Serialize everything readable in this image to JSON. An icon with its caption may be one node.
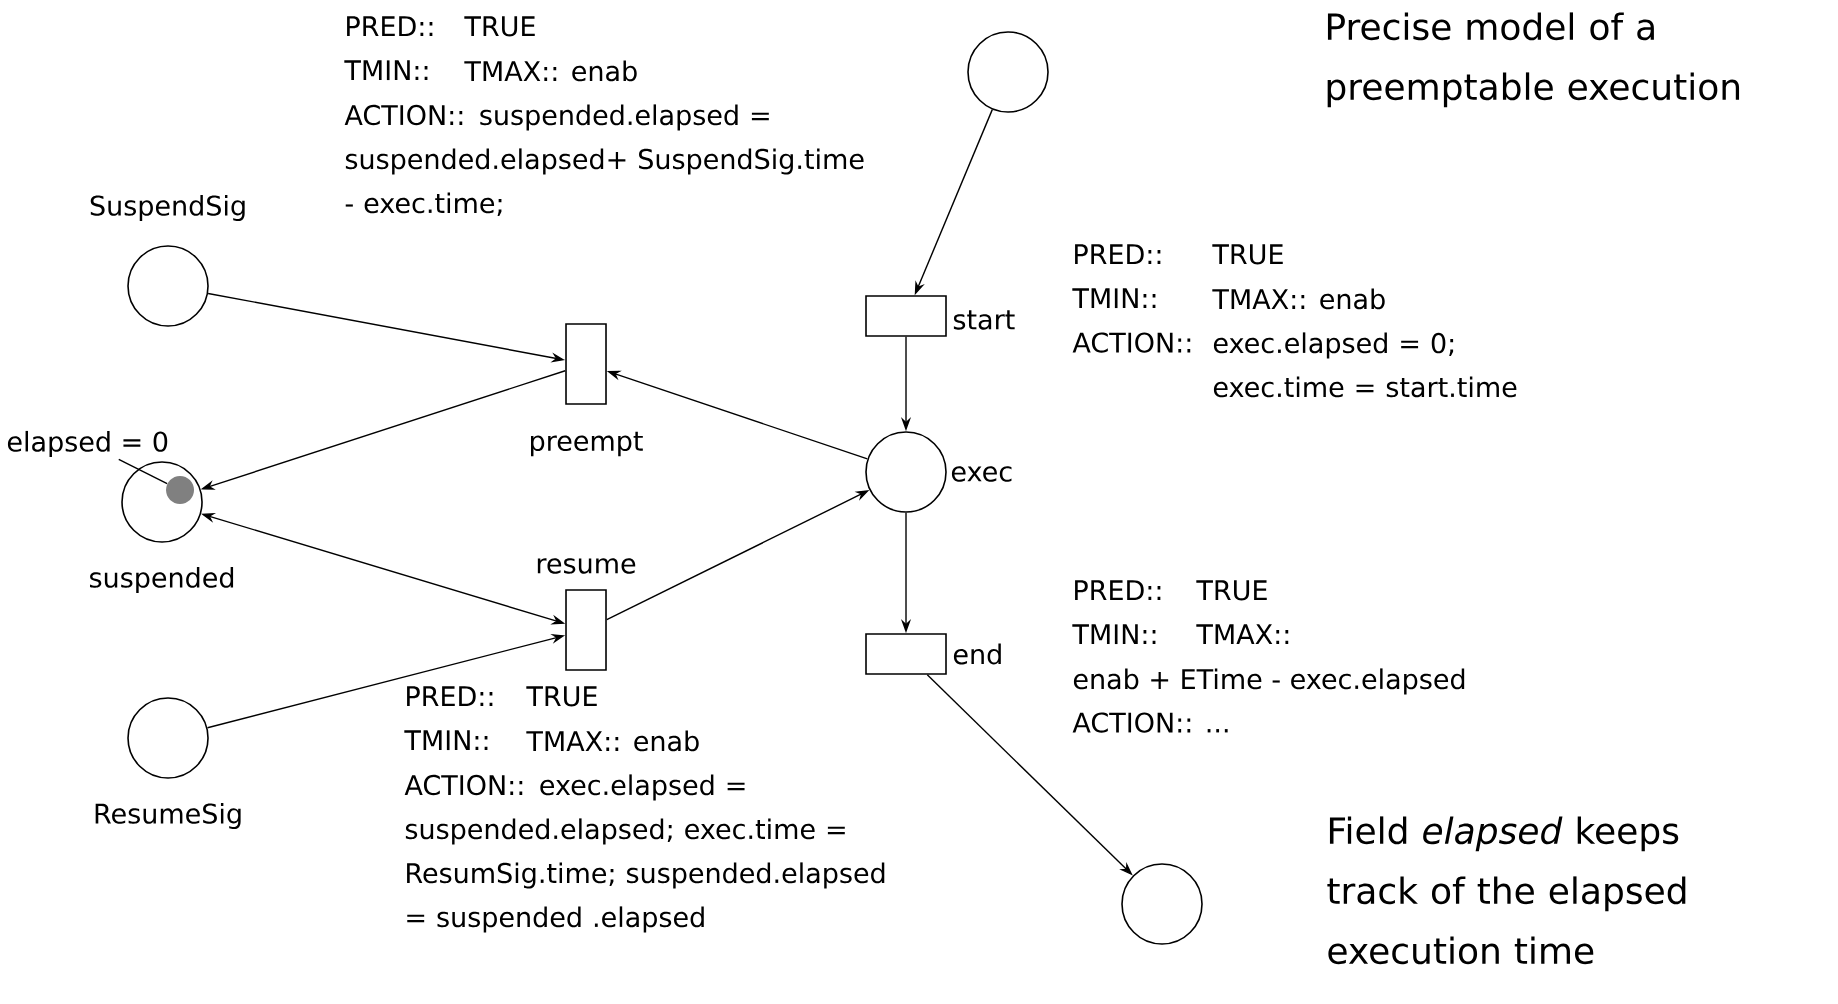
{
  "diagram": {
    "nodes": [
      {
        "text": [
          "SuspendSig"
        ]
      },
      {
        "text": [
          "suspended"
        ]
      },
      {
        "text": [
          "ResumeSig"
        ]
      },
      {
        "text": [
          "preempt"
        ],
        "beside": [
          "PRED::",
          "TRUE",
          "TMIN::",
          "TMAX:: enab",
          "ACTION:: suspended.elapsed = suspended.elapsed+ SuspendSig.time - exec.time;"
        ]
      },
      {
        "text": [
          "resume"
        ],
        "beside": [
          "PRED::",
          "TRUE",
          "TMIN::",
          "TMAX:: enab",
          "ACTION:: exec.elapsed = suspended.elapsed; exec.time = ResumSig.time; suspended.elapsed = suspended .elapsed"
        ]
      },
      {
        "text": [],
        "shape": "circle"
      },
      {
        "text": [
          "start"
        ],
        "beside": [
          "PRED::",
          "TRUE",
          "TMIN::",
          "TMAX:: enab",
          "ACTION::",
          "exec.elapsed = 0; exec.time = start.time"
        ]
      },
      {
        "text": [
          "exec"
        ]
      },
      {
        "text": [
          "end"
        ],
        "beside": [
          "PRED::",
          "TRUE",
          "TMIN::",
          "TMAX::",
          "enab + ETime - exec.elapsed",
          "ACTION:: ..."
        ]
      },
      {
        "text": [],
        "shape": "circle"
      },
      {
        "text": [
          "elapsed = 0"
        ]
      },
      {
        "text": [],
        "shape": "circle",
        "in": 1
      }
    ],
    "edges": [
      {
        "from": 0,
        "to": 3,
        "arrow": "to"
      },
      {
        "from": 3,
        "to": 1,
        "arrow": "to"
      },
      {
        "from": 7,
        "to": 3,
        "arrow": "to"
      },
      {
        "from": 1,
        "to": 4,
        "arrow": "both"
      },
      {
        "from": 2,
        "to": 4,
        "arrow": "to"
      },
      {
        "from": 4,
        "to": 7,
        "arrow": "to"
      },
      {
        "from": 5,
        "to": 6,
        "arrow": "to"
      },
      {
        "from": 6,
        "to": 7,
        "arrow": "to"
      },
      {
        "from": 7,
        "to": 8,
        "arrow": "to"
      },
      {
        "from": 8,
        "to": 9,
        "arrow": "to"
      },
      {
        "from": 10,
        "to": 11,
        "arrow": "none"
      }
    ],
    "labels": [
      "Precise model of a preemptable execution",
      "Field *elapsed* keeps track of the elapsed execution time"
    ]
  }
}
